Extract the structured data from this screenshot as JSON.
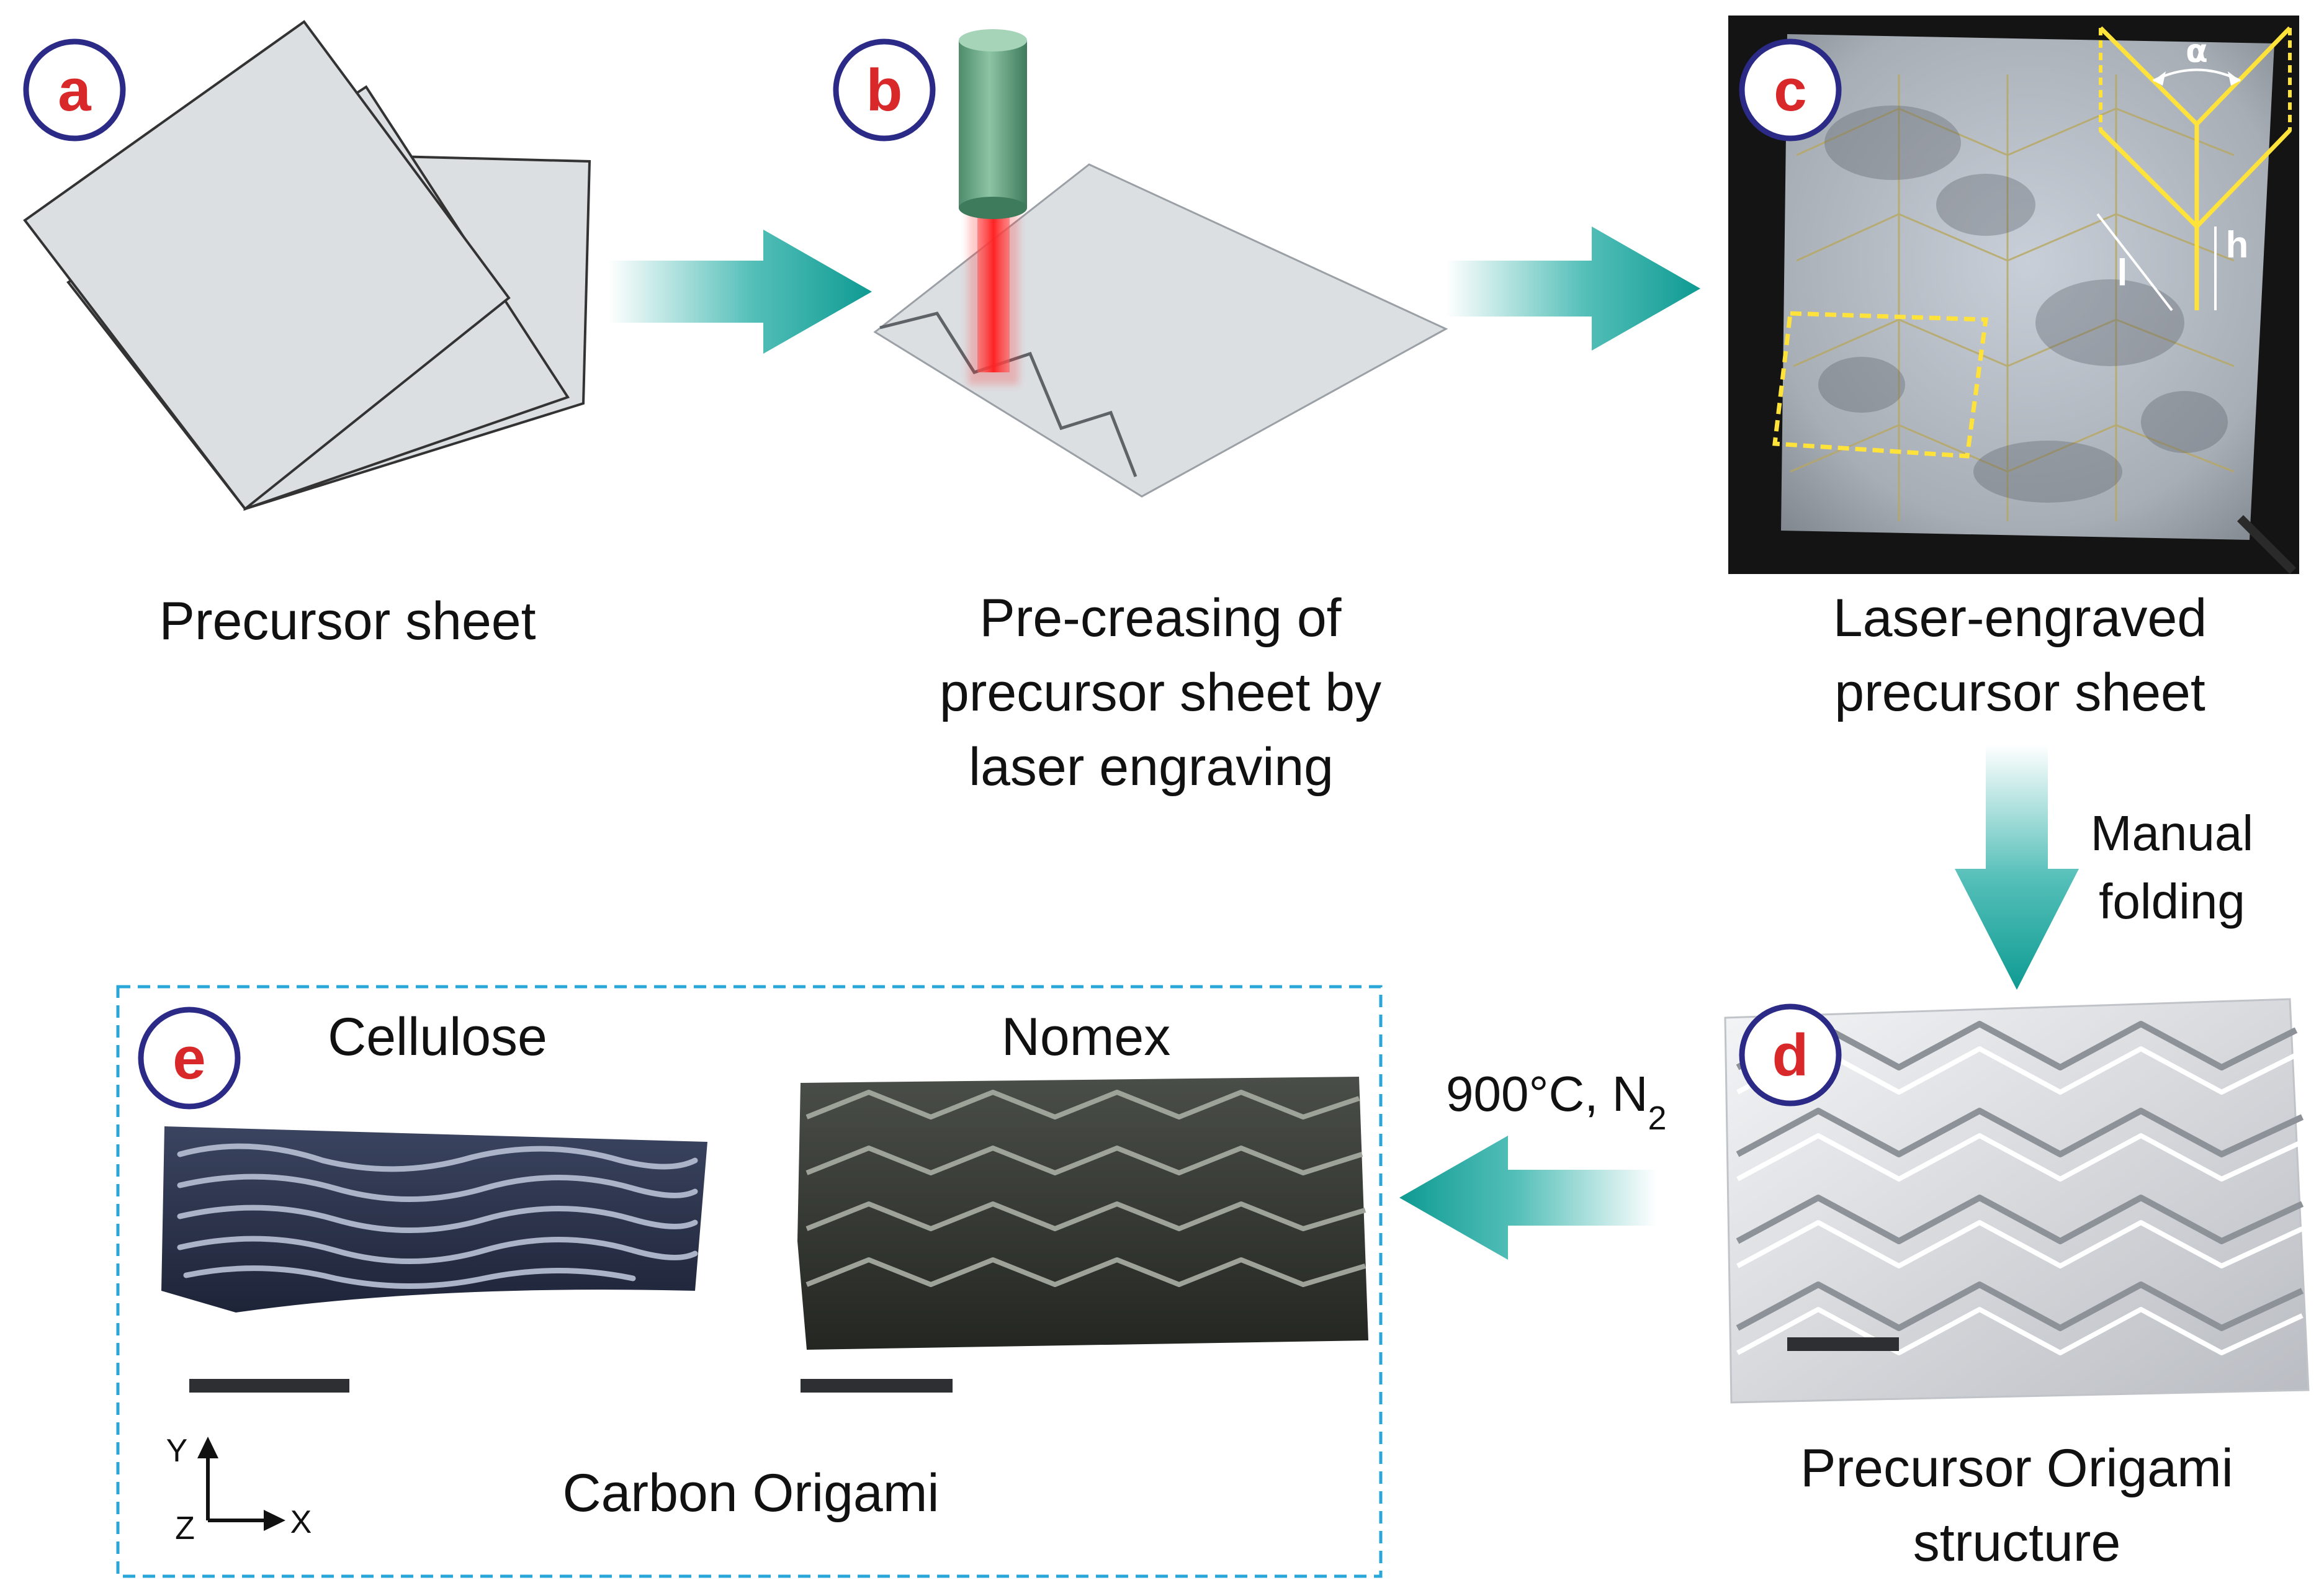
{
  "panels": {
    "a": {
      "letter": "a",
      "caption": "Precursor sheet"
    },
    "b": {
      "letter": "b",
      "caption_lines": [
        "Pre-creasing of",
        "precursor sheet by",
        "laser engraving"
      ]
    },
    "c": {
      "letter": "c",
      "caption_lines": [
        "Laser-engraved",
        "precursor sheet"
      ],
      "angle_symbol": "α",
      "l_symbol": "l",
      "h_symbol": "h"
    },
    "d": {
      "letter": "d",
      "caption_lines": [
        "Precursor Origami",
        "structure"
      ]
    },
    "e": {
      "letter": "e",
      "material_left": "Cellulose",
      "material_right": "Nomex",
      "caption": "Carbon Origami",
      "axes": {
        "y": "Y",
        "x": "X",
        "z": "Z"
      }
    }
  },
  "steps": {
    "folding_lines": [
      "Manual",
      "folding"
    ],
    "pyrolysis_main": "900°C, N",
    "pyrolysis_sub": "2"
  },
  "colors": {
    "arrow": "#1aa9a0",
    "badge_ring": "#2b2a86",
    "badge_letter": "#d8282a",
    "sheet_fill": "#dcdfe2",
    "laser_body": "#6aa888",
    "laser_beam": "#ff3b3b",
    "frame_dash": "#29a7d8",
    "pattern_yellow": "#ffe23a"
  }
}
